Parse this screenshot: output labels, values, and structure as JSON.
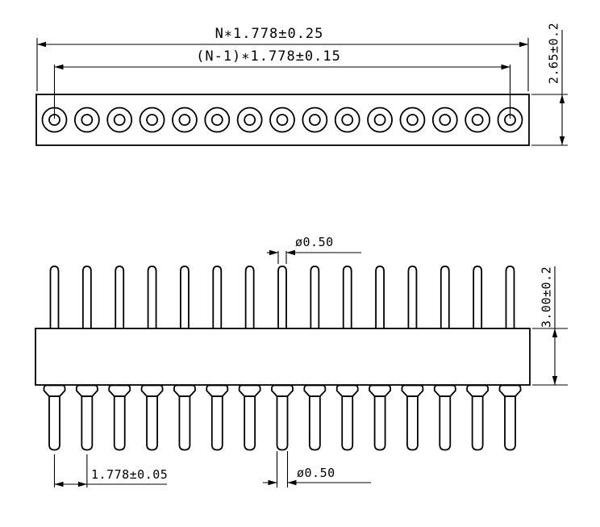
{
  "drawing": {
    "background": "#ffffff",
    "line_color": "#000000",
    "top_view": {
      "pin_count": 15,
      "dim_overall_width": "N∗1.778±0.25",
      "dim_pin_span": "(N-1)∗1.778±0.15",
      "dim_body_height": "2.65±0.2"
    },
    "side_view": {
      "pin_count": 15,
      "dim_top_pin_diameter": "ø0.50",
      "dim_body_thickness": "3.00±0.2",
      "dim_pin_pitch": "1.778±0.05",
      "dim_bottom_pin_diameter": "ø0.50"
    }
  }
}
